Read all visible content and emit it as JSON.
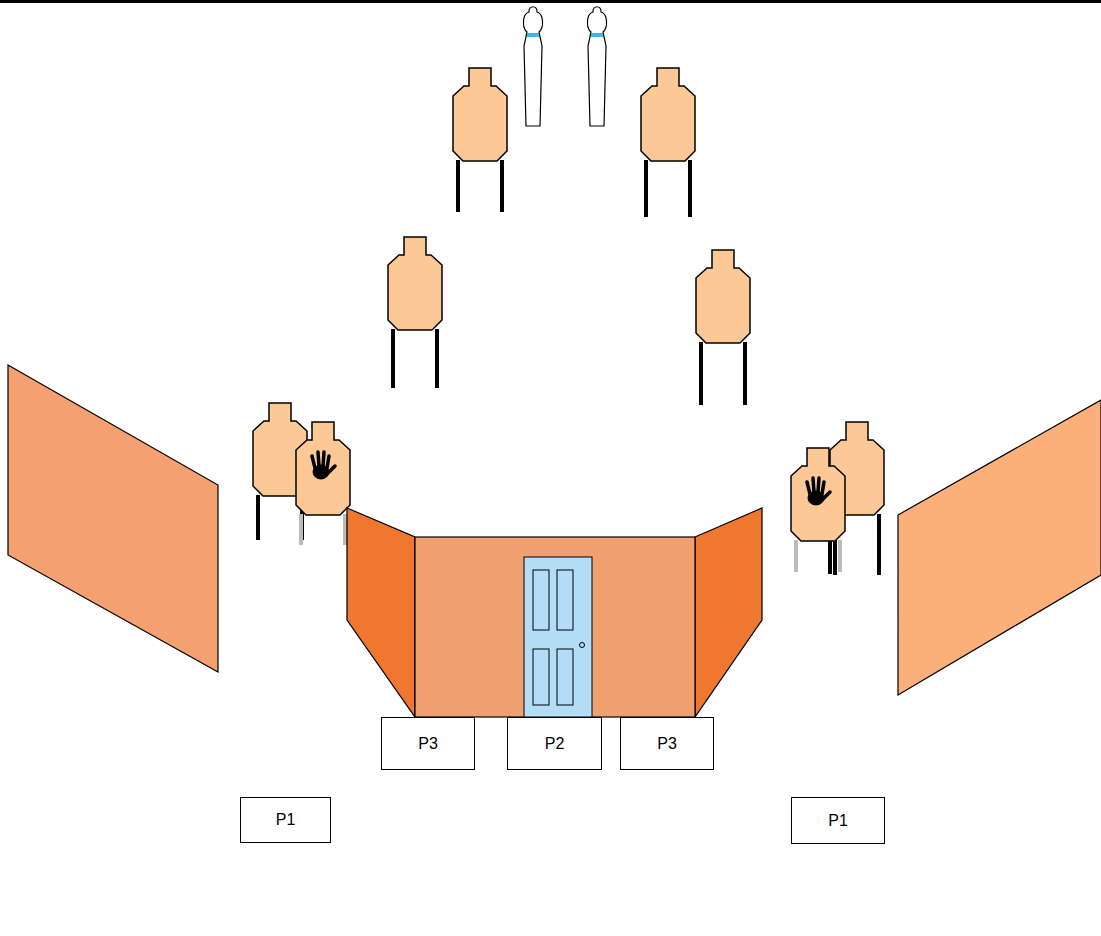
{
  "diagram": {
    "nodes": [
      {
        "text": [
          "P3"
        ]
      },
      {
        "text": [
          "P2"
        ]
      },
      {
        "text": [
          "P3"
        ]
      },
      {
        "text": [
          "P1"
        ]
      },
      {
        "text": [
          "P1"
        ]
      }
    ]
  }
}
